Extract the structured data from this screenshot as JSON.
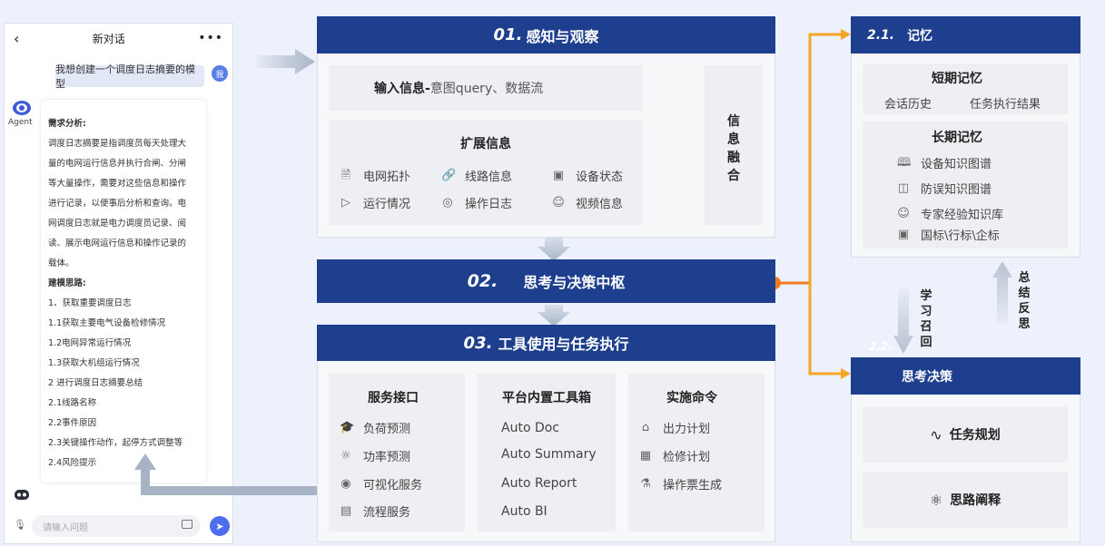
{
  "phone": {
    "title": "新对话",
    "back_icon": "chevron-left-icon",
    "more_icon": "more-dots-icon",
    "user_message": "我想创建一个调度日志摘要的模型",
    "user_avatar": "我",
    "agent_label": "Agent",
    "agent_lines": [
      {
        "text": "需求分析:",
        "bold": true
      },
      {
        "text": "调度日志摘要是指调度员每天处理大",
        "bold": false
      },
      {
        "text": "量的电网运行信息并执行合闸、分闸",
        "bold": false
      },
      {
        "text": "等大量操作，需要对这些信息和操作",
        "bold": false
      },
      {
        "text": "进行记录，以便事后分析和查询。电",
        "bold": false
      },
      {
        "text": "网调度日志就是电力调度员记录、阅",
        "bold": false
      },
      {
        "text": "读、展示电网运行信息和操作记录的",
        "bold": false
      },
      {
        "text": "载体。",
        "bold": false
      },
      {
        "text": "建模思路:",
        "bold": true
      },
      {
        "text": "1、获取重要调度日志",
        "bold": false
      },
      {
        "text": "1.1获取主要电气设备检修情况",
        "bold": false
      },
      {
        "text": "1.2电网异常运行情况",
        "bold": false
      },
      {
        "text": "1.3获取大机组运行情况",
        "bold": false
      },
      {
        "text": "2 进行调度日志摘要总结",
        "bold": false
      },
      {
        "text": "2.1线路名称",
        "bold": false
      },
      {
        "text": "2.2事件原因",
        "bold": false
      },
      {
        "text": "2.3关键操作动作，起停方式调整等",
        "bold": false
      },
      {
        "text": "2.4风险提示",
        "bold": false
      }
    ],
    "input_placeholder": "请输入问题",
    "send_icon": "send-icon",
    "mic_icon": "mic-icon"
  },
  "perception": {
    "num": "01.",
    "title": "感知与观察",
    "input_label_bold": "输入信息-",
    "input_label_rest": "意图query、数据流",
    "expand_title": "扩展信息",
    "items": [
      {
        "label": "电网拓扑",
        "icon": "document-icon"
      },
      {
        "label": "线路信息",
        "icon": "link-icon"
      },
      {
        "label": "设备状态",
        "icon": "image-icon"
      },
      {
        "label": "运行情况",
        "icon": "play-icon"
      },
      {
        "label": "操作日志",
        "icon": "location-pin-icon"
      },
      {
        "label": "视频信息",
        "icon": "user-icon"
      }
    ],
    "fusion": "信息融合"
  },
  "thinking": {
    "num": "02.",
    "title": "思考与决策中枢"
  },
  "tools": {
    "num": "03.",
    "title": "工具使用与任务执行",
    "service": {
      "title": "服务接口",
      "items": [
        {
          "label": "负荷预测",
          "icon": "graduation-cap-icon"
        },
        {
          "label": "功率预测",
          "icon": "lightbulb-icon"
        },
        {
          "label": "可视化服务",
          "icon": "target-icon"
        },
        {
          "label": "流程服务",
          "icon": "list-icon"
        }
      ]
    },
    "toolbox": {
      "title": "平台内置工具箱",
      "items": [
        "Auto Doc",
        "Auto Summary",
        "Auto Report",
        "Auto BI"
      ]
    },
    "commands": {
      "title": "实施命令",
      "items": [
        {
          "label": "出力计划",
          "icon": "home-icon"
        },
        {
          "label": "检修计划",
          "icon": "calendar-icon"
        },
        {
          "label": "操作票生成",
          "icon": "flask-icon"
        }
      ]
    }
  },
  "memory": {
    "num": "2.1.",
    "title": "记忆",
    "short_title": "短期记忆",
    "short_items": [
      "会话历史",
      "任务执行结果"
    ],
    "long_title": "长期记忆",
    "long_items": [
      {
        "label": "设备知识图谱",
        "icon": "book-icon"
      },
      {
        "label": "防误知识图谱",
        "icon": "lock-icon"
      },
      {
        "label": "专家经验知识库",
        "icon": "user-icon"
      },
      {
        "label": "国标\\行标\\企标",
        "icon": "briefcase-icon"
      }
    ]
  },
  "learn_recall": "学习召回",
  "summary_reflect": "总结反思",
  "decision": {
    "num": "2.2.",
    "title": "思考决策",
    "task_planning": "任务规划",
    "task_planning_icon": "route-icon",
    "reasoning": "思路阐释",
    "reasoning_icon": "head-idea-icon"
  },
  "colors": {
    "brand_blue": "#1d3f8e",
    "arrow_orange": "#f5a623",
    "node_orange": "#f07a1f",
    "arrow_grey": "#a8b4c6"
  }
}
